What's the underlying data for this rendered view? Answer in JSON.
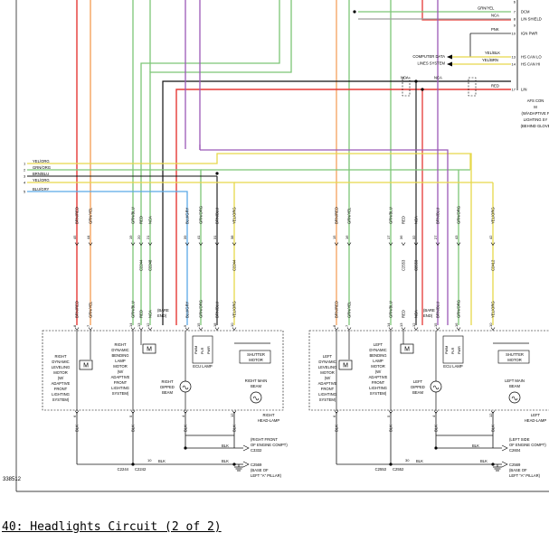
{
  "caption": "40: Headlights Circuit (2 of 2)",
  "figure_id": "338512",
  "colors": {
    "red": "#e53935",
    "orange": "#f5a25d",
    "green": "#7cc576",
    "blue": "#5aa9e6",
    "yellow": "#e6d84a",
    "purple": "#9b59b6",
    "black": "#111111",
    "grey": "#9e9e9e"
  },
  "afs_module": {
    "pins": [
      {
        "num": "6",
        "label": ""
      },
      {
        "num": "7",
        "label": "DCM"
      },
      {
        "num": "8",
        "label": "LIN SHIELD"
      },
      {
        "num": "9",
        "label": ""
      },
      {
        "num": "10",
        "label": "IGN PWR"
      },
      {
        "num": "13",
        "label": "HS CAN LO"
      },
      {
        "num": "14",
        "label": "HS CAN HI"
      },
      {
        "num": "17",
        "label": "LIN"
      }
    ],
    "wire_labels": {
      "grn_yel": "GRN/YEL",
      "nca1": "NCA",
      "pnk": "PNK",
      "yel_blk": "YEL/BLK",
      "yel_brn": "YEL/BRN",
      "nca2": "NCA",
      "nca3": "NCA",
      "red": "RED"
    },
    "computer_data": "COMPUTER DATA",
    "lines_system": "LINES SYSTEM",
    "desc": [
      "AFS CON",
      "M",
      "(W/ADAPTIVE F",
      "LIGHTING SY",
      "(BEHIND GLOVE"
    ]
  },
  "left_inputs": [
    {
      "num": "1",
      "label": "YEL/ORG"
    },
    {
      "num": "2",
      "label": "GRN/ORG"
    },
    {
      "num": "3",
      "label": "BRN/BLU"
    },
    {
      "num": "4",
      "label": "YEL/ORG"
    },
    {
      "num": "5",
      "label": "BLU/GRY"
    }
  ],
  "right_headlamp": {
    "top_wires": [
      "BRN/RED",
      "GRN/YEL",
      "GRN/BLU",
      "RED",
      "NCA",
      "BLU/GRY",
      "GRN/ORG",
      "BRN/BLU",
      "YEL/ORG"
    ],
    "top_pins": [
      "45",
      "44",
      "19",
      "20",
      "21",
      "39",
      "41",
      "31",
      "38"
    ],
    "c_labels": [
      "C2244",
      "C2248",
      "C2248",
      "C2244"
    ],
    "low_wires": [
      "BRN/RED",
      "GRN/YEL",
      "GRN/BLU",
      "RED",
      "NCA",
      "BLU/GRY",
      "GRN/ORG",
      "BRN/BLU",
      "YEL/ORG"
    ],
    "pins": [
      "8",
      "7",
      "14",
      "13",
      "12",
      "9",
      "15",
      "18",
      "10"
    ],
    "bare_end": "(BARE END)",
    "leveling_text": [
      "RIGHT",
      "DYNAMIC",
      "LEVELING",
      "MOTOR",
      "(W/",
      "ADAPTIVE",
      "FRONT",
      "LIGHTING",
      "SYSTEM)"
    ],
    "bending_text": [
      "RIGHT",
      "DYNAMIC",
      "BENDING",
      "LAMP",
      "MOTOR",
      "(W/",
      "ADAPTIVE",
      "FRONT",
      "LIGHTING",
      "SYSTEM)"
    ],
    "dipped_text": [
      "RIGHT",
      "DIPPED",
      "BEAM"
    ],
    "main_text": [
      "RIGHT MAIN",
      "BEAM"
    ],
    "shutter_text": [
      "SHUTTER",
      "MOTOR"
    ],
    "ecu_text": "ECU LAMP",
    "ecu_pins": [
      "PWM",
      "PLR",
      "PWR"
    ],
    "headlamp_text": [
      "RIGHT",
      "HEAD-LAMP"
    ],
    "bottom_pins": [
      "6",
      "5",
      "4",
      "12"
    ],
    "blk": "BLK",
    "ground_text": [
      "(RIGHT FRONT",
      "OF ENGINE COMPT)"
    ],
    "ground_conn": "C3332",
    "g_pin": "10",
    "g_c1": "C2244",
    "g_c2": "C2242",
    "pillar_conn": "C2569",
    "pillar_text": [
      "(BASE OF",
      "LEFT \"A\" PILLAR)"
    ]
  },
  "left_headlamp": {
    "top_wires": [
      "BRN/RED",
      "GRN/YEL",
      "GRN/BLU",
      "RED",
      "NCA",
      "BRN/BLU",
      "GRN/ORG",
      "YEL/ORG"
    ],
    "top_pins": [
      "15",
      "16",
      "17",
      "36",
      "32",
      "27",
      "43",
      "42"
    ],
    "c_labels": [
      "C2553",
      "C2553",
      "C2412",
      "C2412"
    ],
    "low_wires": [
      "BRN/RED",
      "GRN/YEL",
      "GRN/BLU",
      "RED",
      "NCA",
      "BRN/BLU",
      "GRN/ORG",
      "YEL/ORG"
    ],
    "pins": [
      "8",
      "7",
      "14",
      "13",
      "12",
      "15",
      "16",
      "10"
    ],
    "bare_end": "(BARE END)",
    "leveling_text": [
      "LEFT",
      "DYNAMIC",
      "LEVELING",
      "MOTOR",
      "(W/",
      "ADAPTIVE",
      "FRONT",
      "LIGHTING",
      "SYSTEM)"
    ],
    "bending_text": [
      "LEFT",
      "DYNAMIC",
      "BENDING",
      "LAMP",
      "MOTOR",
      "(W/",
      "ADAPTIVE",
      "FRONT",
      "LIGHTING",
      "SYSTEM)"
    ],
    "dipped_text": [
      "LEFT",
      "DIPPED",
      "BEAM"
    ],
    "main_text": [
      "LEFT MAIN",
      "BEAM"
    ],
    "shutter_text": [
      "SHUTTER",
      "MOTOR"
    ],
    "ecu_text": "ECU LAMP",
    "ecu_pins": [
      "PWM",
      "PLR",
      "PWR"
    ],
    "headlamp_text": [
      "LEFT",
      "HEAD-LAMP"
    ],
    "bottom_pins": [
      "6",
      "5",
      "4",
      "12"
    ],
    "blk": "BLK",
    "ground_text": [
      "(LEFT SIDE",
      "OF ENGINE COMPT)"
    ],
    "ground_conn": "C2604",
    "g_pin": "30",
    "g_c1": "C2553",
    "g_c2": "C2552",
    "pillar_conn": "C2569",
    "pillar_text": [
      "(BASE OF",
      "LEFT \"A\" PILLAR)"
    ]
  }
}
